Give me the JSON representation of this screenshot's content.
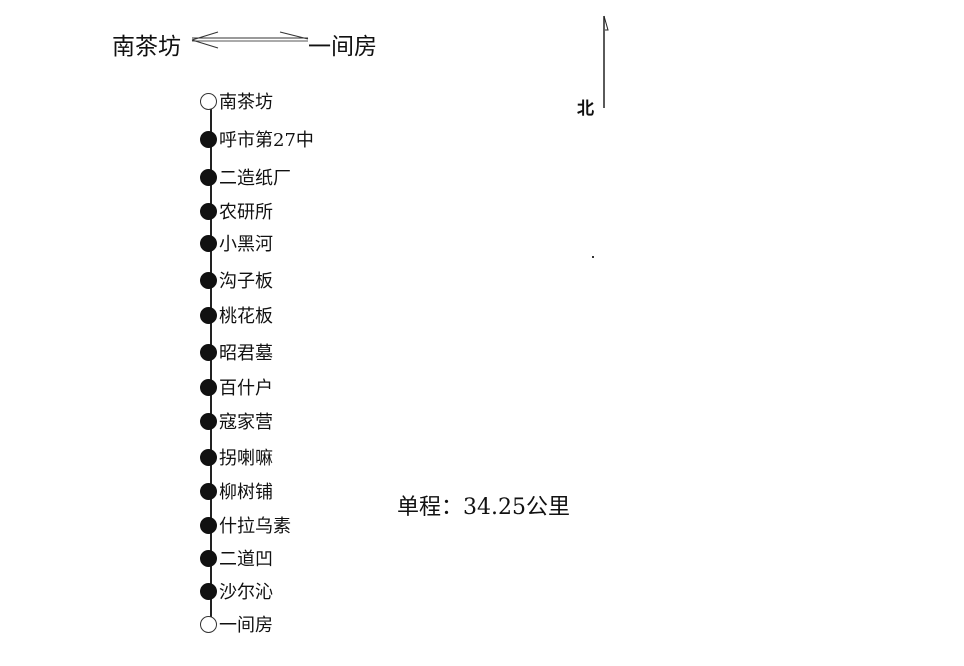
{
  "header": {
    "from": "南茶坊",
    "to": "一间房"
  },
  "compass": {
    "label": "北"
  },
  "stops": [
    {
      "name": "南茶坊",
      "terminal": true
    },
    {
      "name": "呼市第27中",
      "terminal": false
    },
    {
      "name": "二造纸厂",
      "terminal": false
    },
    {
      "name": "农研所",
      "terminal": false
    },
    {
      "name": "小黑河",
      "terminal": false
    },
    {
      "name": "沟子板",
      "terminal": false
    },
    {
      "name": "桃花板",
      "terminal": false
    },
    {
      "name": "昭君墓",
      "terminal": false
    },
    {
      "name": "百什户",
      "terminal": false
    },
    {
      "name": "寇家营",
      "terminal": false
    },
    {
      "name": "拐喇嘛",
      "terminal": false
    },
    {
      "name": "柳树铺",
      "terminal": false
    },
    {
      "name": "什拉乌素",
      "terminal": false
    },
    {
      "name": "二道凹",
      "terminal": false
    },
    {
      "name": "沙尔沁",
      "terminal": false
    },
    {
      "name": "一间房",
      "terminal": true
    }
  ],
  "distance": "单程：34.25公里"
}
